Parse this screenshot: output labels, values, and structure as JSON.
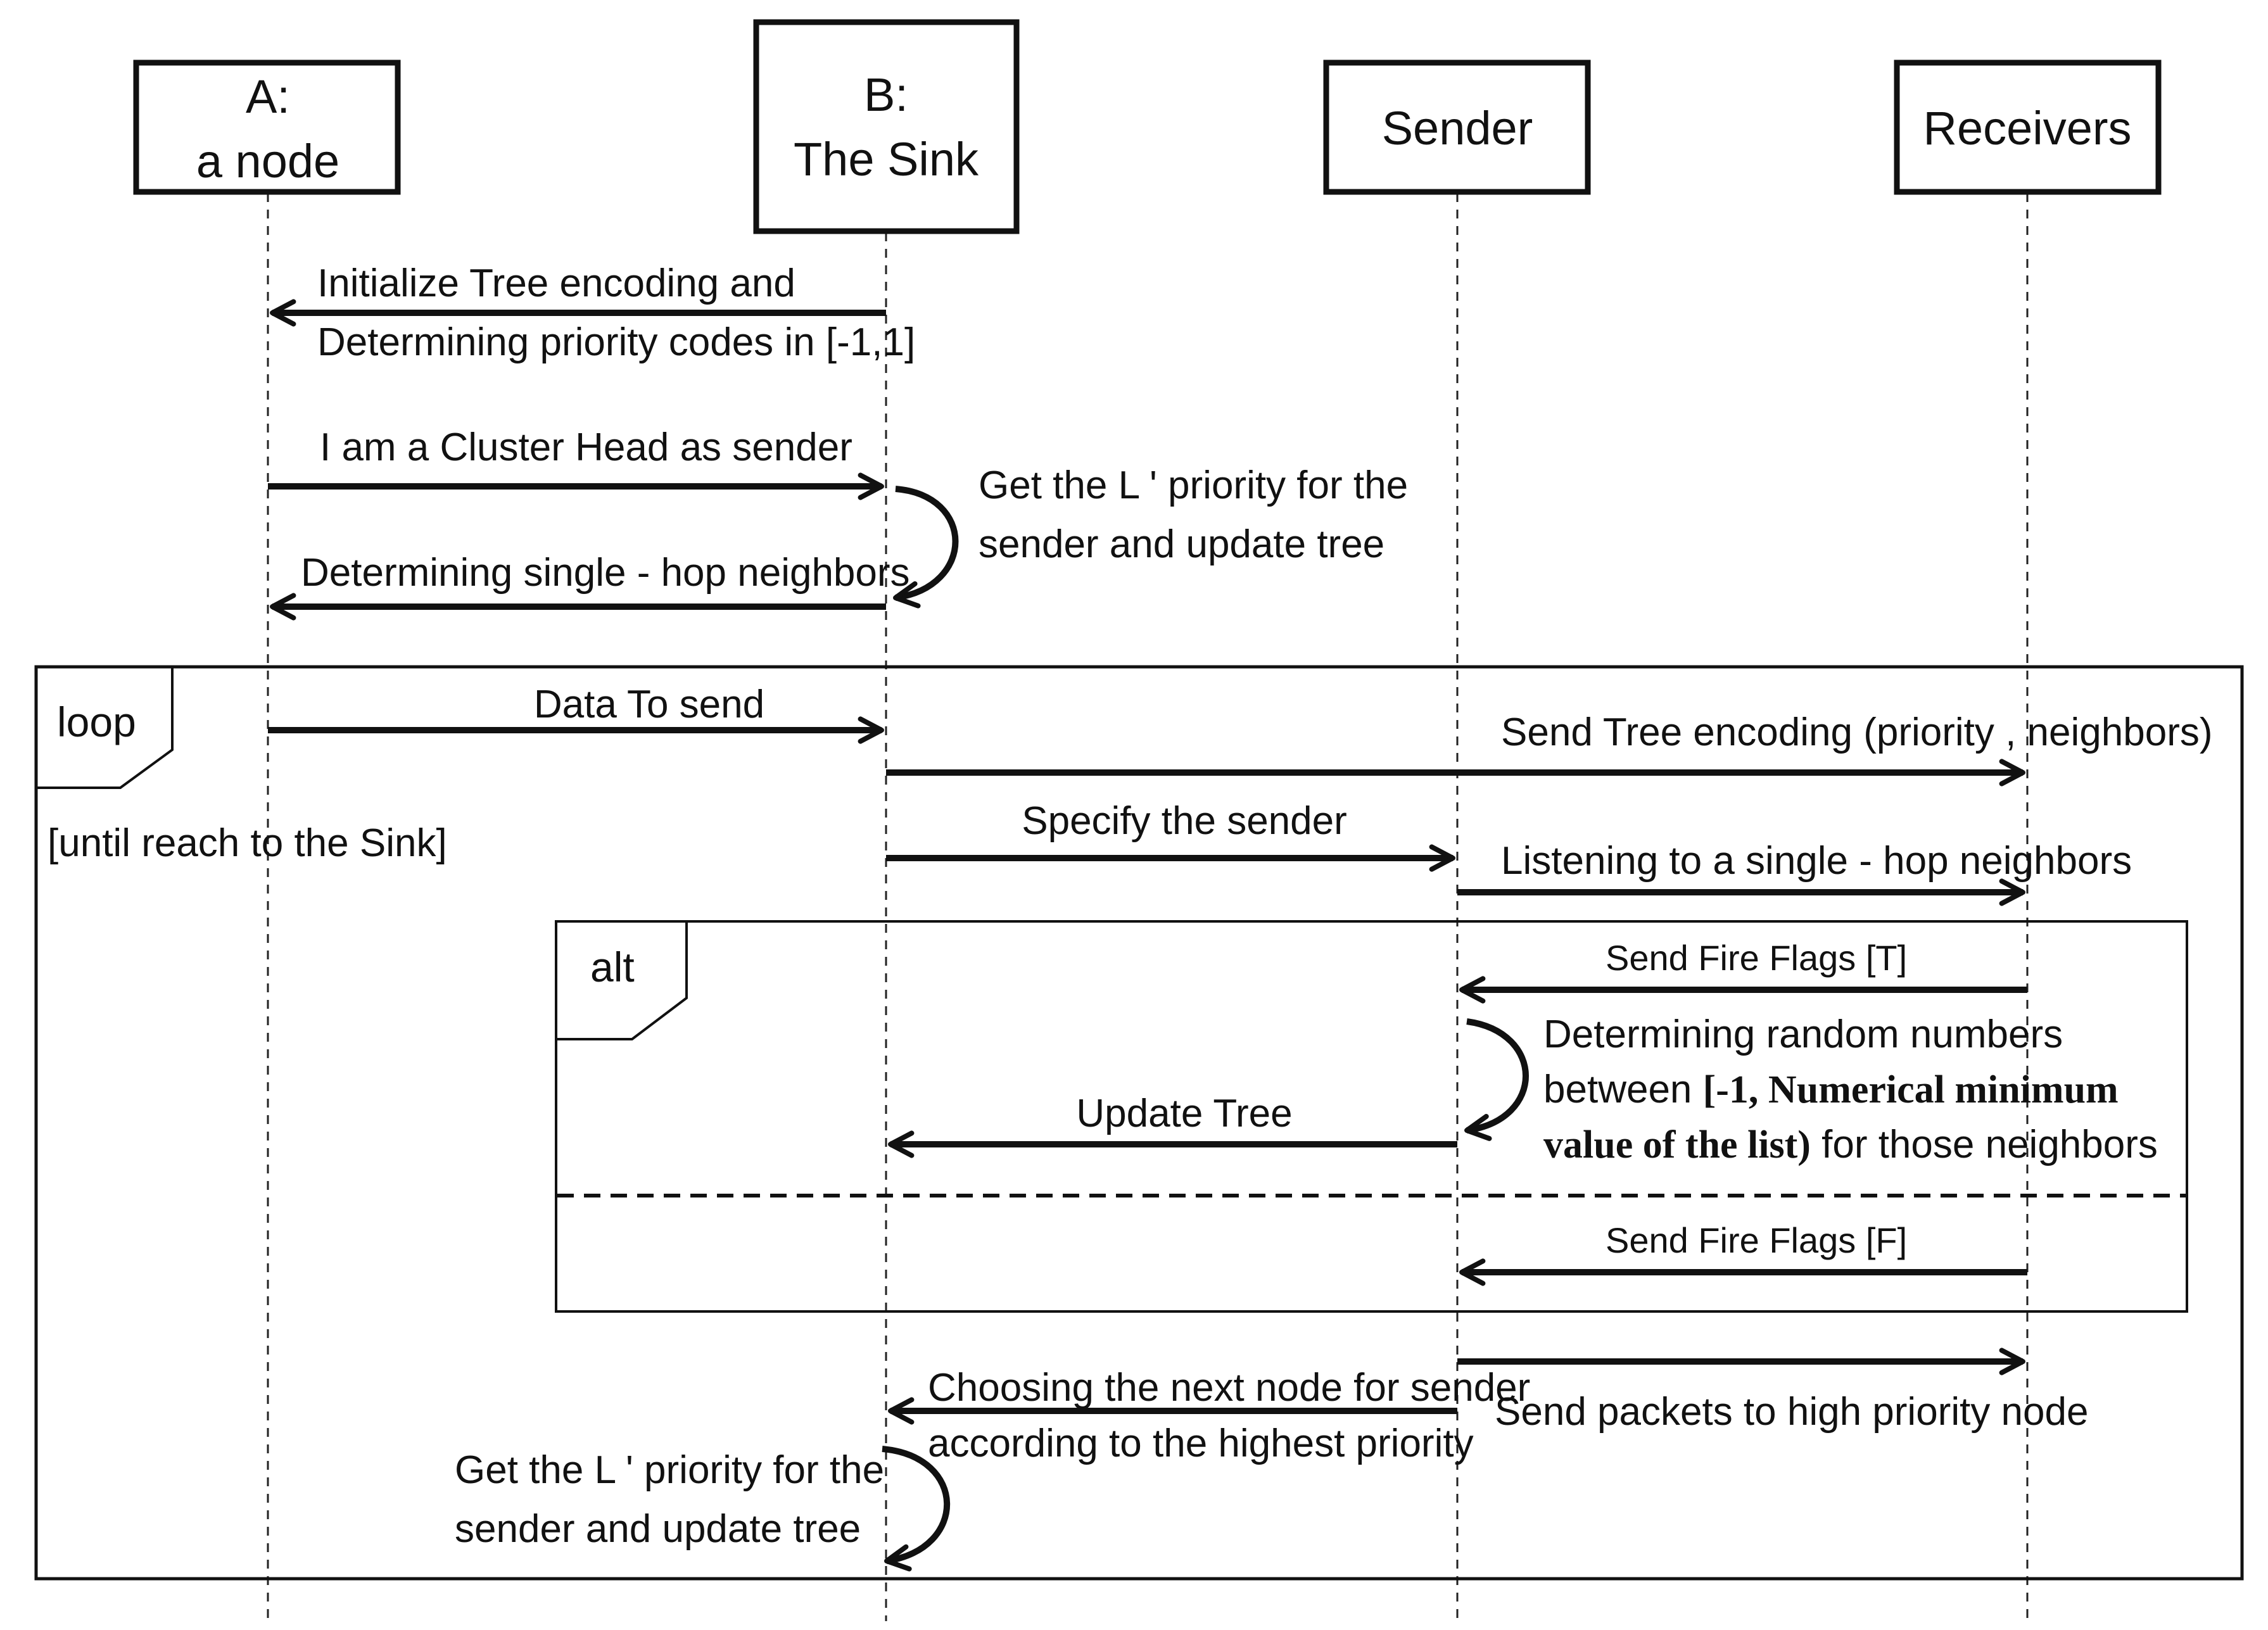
{
  "actors": {
    "a": {
      "line1": "A:",
      "line2": "a node"
    },
    "b": {
      "line1": "B:",
      "line2": "The Sink"
    },
    "sender": {
      "line1": "Sender"
    },
    "receivers": {
      "line1": "Receivers"
    }
  },
  "messages": {
    "init": {
      "line1": "Initialize Tree encoding and",
      "line2": "Determining priority codes in [-1,1]"
    },
    "cluster_head": "I am a Cluster Head  as sender",
    "self1": {
      "line1": "Get the L ' priority for the",
      "line2": "sender and update tree"
    },
    "single_hop": "Determining single - hop neighbors",
    "data_to_send": "Data To send",
    "send_tree": "Send Tree encoding (priority , neighbors)",
    "specify_sender": "Specify the sender",
    "listening": "Listening to a single - hop neighbors",
    "fire_t": "Send Fire Flags [T]",
    "self2": {
      "line1": "Determining random numbers",
      "line2_a": "between ",
      "line2_b": "[-1, Numerical minimum",
      "line3_a": "value of the list)",
      "line3_b": "  for those neighbors"
    },
    "update_tree": "Update Tree",
    "fire_f": "Send Fire Flags [F]",
    "send_packets": "Send packets  to high priority node",
    "choosing": {
      "line1": "Choosing the next node for sender",
      "line2": "according to the highest priority"
    },
    "self3": {
      "line1": "Get the L ' priority for the",
      "line2": "sender and update tree"
    }
  },
  "frames": {
    "loop": {
      "label": "loop",
      "guard": "[until reach to the Sink]"
    },
    "alt": {
      "label": "alt"
    }
  },
  "colors": {
    "ink": "#111111",
    "background": "#ffffff"
  }
}
